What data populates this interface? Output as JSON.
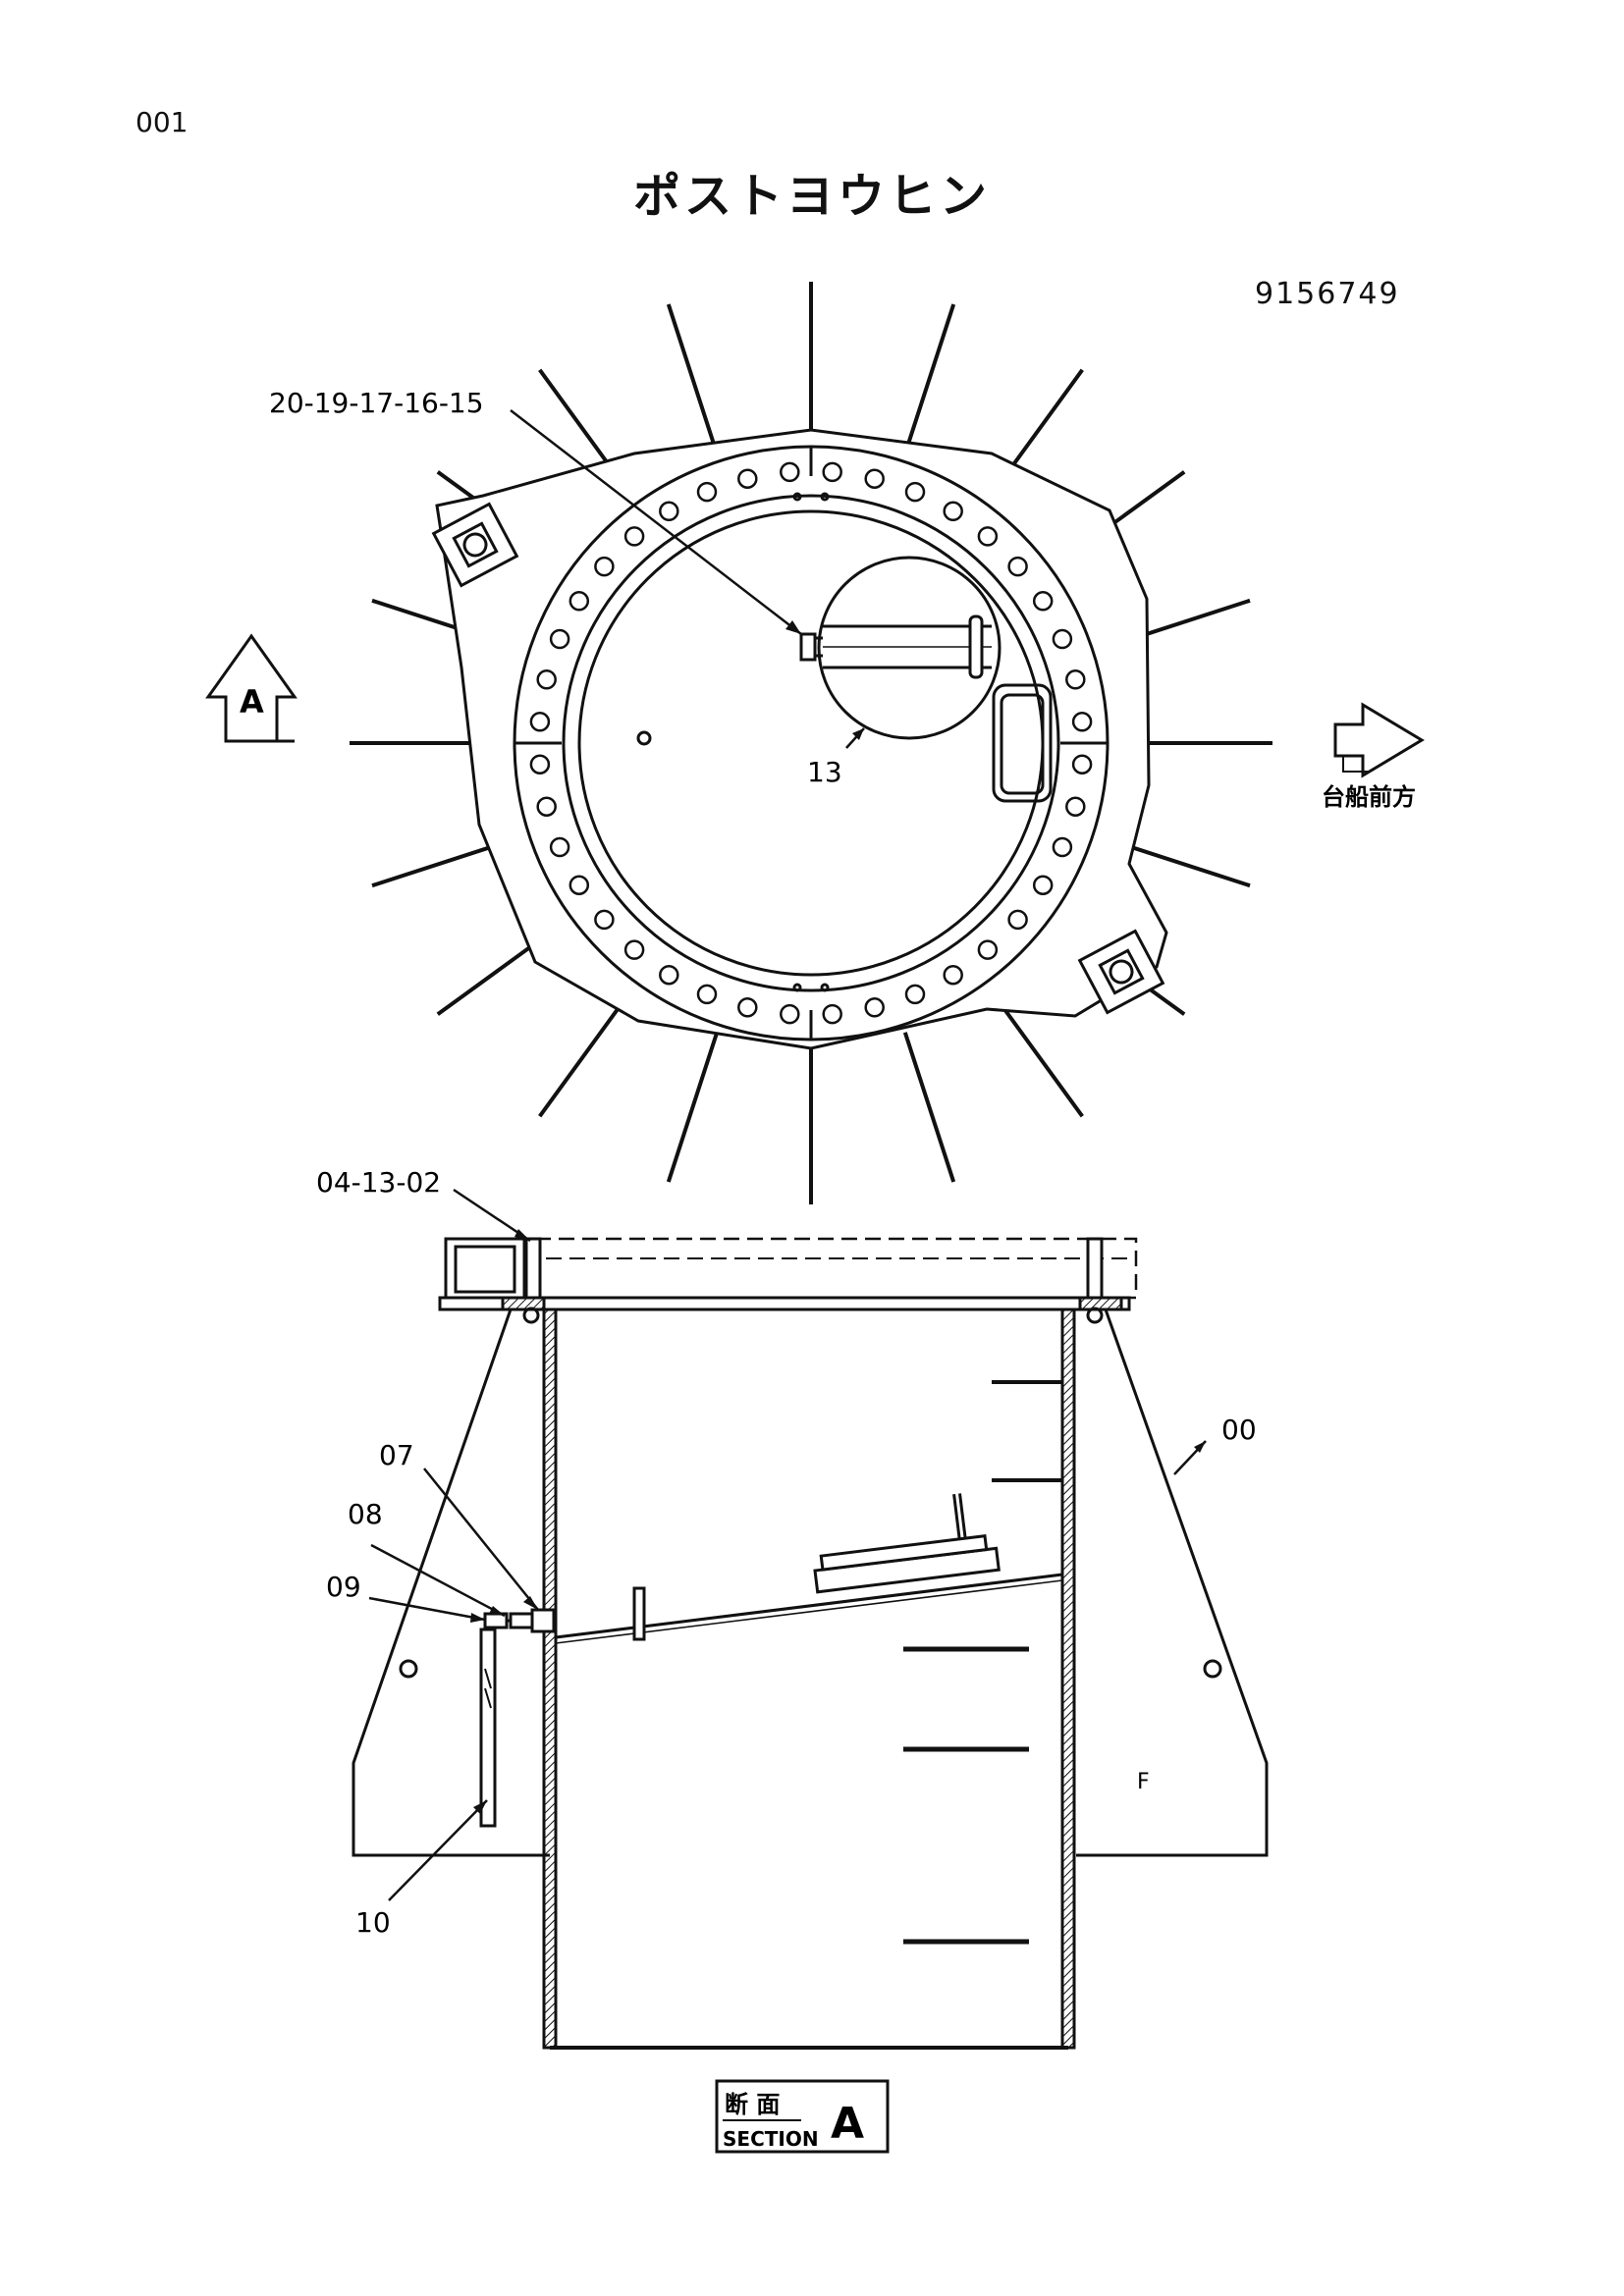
{
  "header": {
    "page_number": "001",
    "title": "ポストヨウヒン",
    "drawing_number": "9156749"
  },
  "top_view": {
    "view_marker": "A",
    "front_direction": "台船前方",
    "callouts": {
      "bolt_set": "20-19-17-16-15",
      "detail_circle": "13"
    }
  },
  "section_view": {
    "callouts": {
      "cover": "04-13-02",
      "body": "00",
      "part_07": "07",
      "part_08": "08",
      "part_09": "09",
      "part_10": "10"
    },
    "side_mark": "F",
    "section_label": {
      "jp": "断 面",
      "en": "SECTION",
      "letter": "A"
    }
  }
}
